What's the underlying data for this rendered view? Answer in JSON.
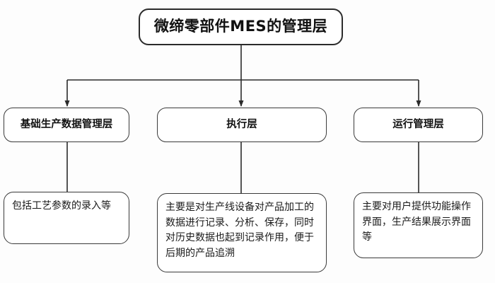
{
  "diagram": {
    "type": "hierarchy-tree",
    "title_node": {
      "id": "root",
      "label": "微缔零部件MES的管理层",
      "shape": "rounded-rectangle"
    },
    "layers": [
      {
        "id": "layer-basic-production-data",
        "label": "基础生产数据管理层",
        "description": "包括工艺参数的录入等"
      },
      {
        "id": "layer-execution",
        "label": "执行层",
        "description": "主要是对生产线设备对产品加工的数据进行记录、分析、保存，同时对历史数据也起到记录作用，便于后期的产品追溯"
      },
      {
        "id": "layer-operation-management",
        "label": "运行管理层",
        "description": "主要对用户提供功能操作界面，生产结果展示界面等"
      }
    ],
    "colors": {
      "background": "#fdfdfd",
      "node_fill": "#ffffff",
      "node_border": "#3a3a3a",
      "connector": "#2b2b2b",
      "text": "#121212"
    }
  }
}
